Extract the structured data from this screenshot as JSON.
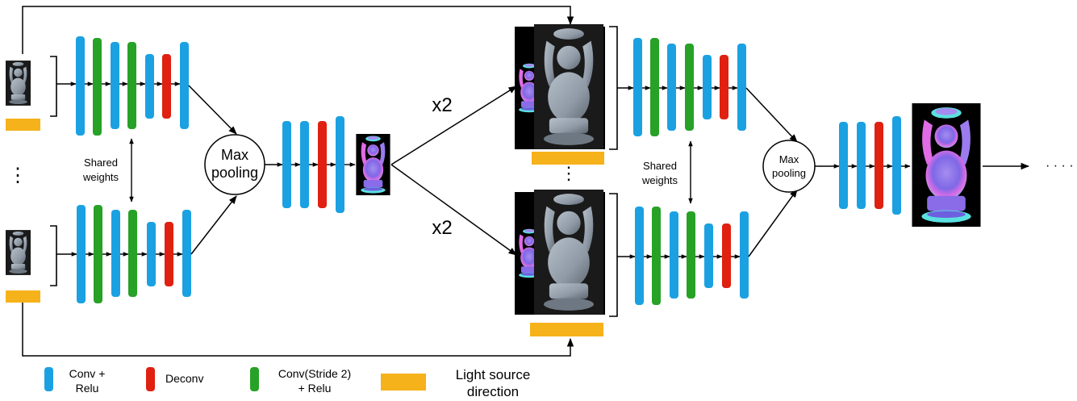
{
  "labels": {
    "shared_weights_line1": "Shared",
    "shared_weights_line2": "weights",
    "max_pooling_line1": "Max",
    "max_pooling_line2": "pooling",
    "x2": "x2",
    "vertical_ellipsis": "⋮",
    "trailing_dots": "· · · ·"
  },
  "legend": {
    "conv_relu_line1": "Conv +",
    "conv_relu_line2": "Relu",
    "deconv": "Deconv",
    "conv_stride2_line1": "Conv(Stride 2)",
    "conv_stride2_line2": "+ Relu",
    "light_line1": "Light source",
    "light_line2": "direction"
  },
  "colors": {
    "conv_relu": "#1BA1E2",
    "deconv": "#E02010",
    "conv_stride2": "#27A227",
    "light_source": "#F6B21B",
    "normal_map_purple": "#7F68E6",
    "normal_map_pink": "#E06CE6",
    "normal_map_cyan": "#5BE0E0",
    "statue_gray": "#8F9AA6"
  },
  "icons": {
    "statue_photo": "buddha-statue-photo",
    "normal_map": "buddha-normal-map"
  }
}
